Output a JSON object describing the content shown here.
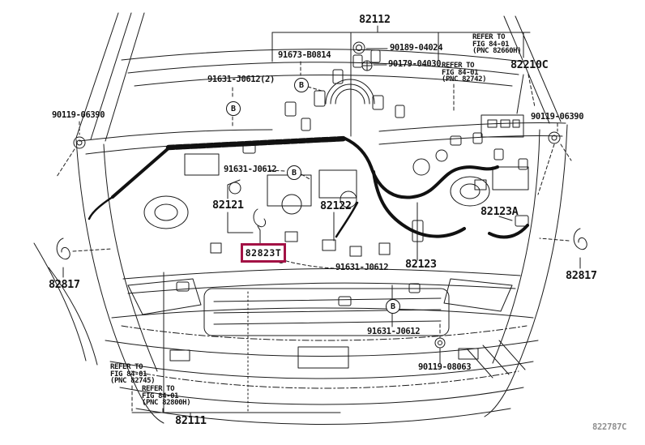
{
  "diagram": {
    "figure_code": "822787C",
    "highlight_color": "#a31245",
    "line_color": "#1b1b1b",
    "icons": [
      "bolt-icon",
      "nut-icon",
      "clip-icon",
      "harness-band",
      "callout-circle"
    ]
  },
  "highlighted_part": {
    "number": "82823T"
  },
  "part_labels": [
    {
      "text": "82112"
    },
    {
      "text": "91673-B0814"
    },
    {
      "text": "91631-J0612(2)"
    },
    {
      "text": "90189-04024"
    },
    {
      "text": "90179-04030"
    },
    {
      "text": "82210C"
    },
    {
      "text": "90119-06390"
    },
    {
      "text": "90119-06390"
    },
    {
      "text": "91631-J0612"
    },
    {
      "text": "82121"
    },
    {
      "text": "82122"
    },
    {
      "text": "82123A"
    },
    {
      "text": "82123"
    },
    {
      "text": "91631-J0612"
    },
    {
      "text": "82817"
    },
    {
      "text": "82817"
    },
    {
      "text": "91631-J0612"
    },
    {
      "text": "90119-08063"
    },
    {
      "text": "82111"
    }
  ],
  "refer_notes": [
    {
      "lines": [
        "REFER TO",
        "FIG 84-01",
        "(PNC 82660H)"
      ]
    },
    {
      "lines": [
        "REFER TO",
        "FIG 84-01",
        "(PNC 82742)"
      ]
    },
    {
      "lines": [
        "REFER TO",
        "FIG 84-01",
        "(PNC 82745)"
      ]
    },
    {
      "lines": [
        "REFER TO",
        "FIG 84-01",
        "(PNC 82800H)"
      ]
    }
  ],
  "callouts": {
    "letters": [
      "B",
      "B",
      "B",
      "B"
    ]
  }
}
